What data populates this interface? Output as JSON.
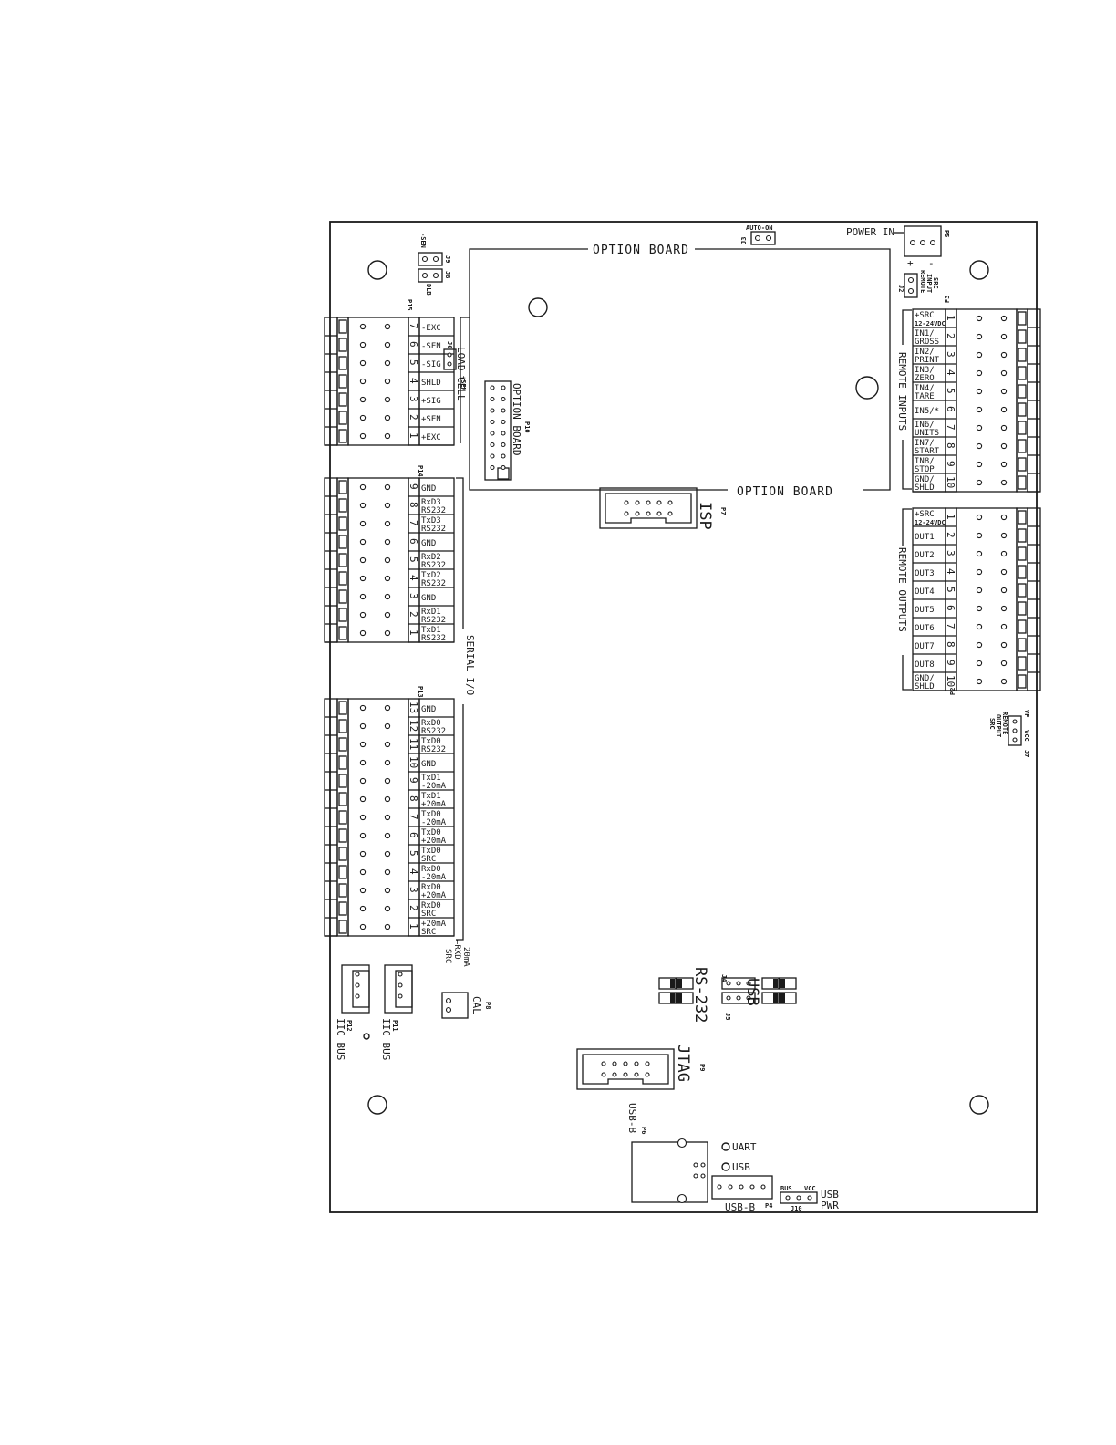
{
  "option_board": {
    "top": "OPTION BOARD",
    "bottom": "OPTION BOARD",
    "p10_label": "OPTION BOARD",
    "p10": "P10"
  },
  "power": {
    "label": "POWER IN",
    "ref": "P5",
    "plus": "+",
    "minus": "-"
  },
  "auto_on": {
    "label": "AUTO-ON",
    "ref": "J3"
  },
  "remote_input_src": {
    "label1": "REMOTE",
    "label2": "INPUT",
    "label3": "SRC",
    "ref": "J2"
  },
  "sen_jumpers": {
    "top_label": "-SEN",
    "j9": "J9",
    "j8": "J8",
    "bottom_label": "DLB"
  },
  "load_cell": {
    "ref": "P15",
    "title": "LOAD CELL",
    "j6": "J6",
    "sen_plus": "+SEN",
    "pins": [
      "7",
      "6",
      "5",
      "4",
      "3",
      "2",
      "1"
    ],
    "signals": [
      "-EXC",
      "-SEN",
      "-SIG",
      "SHLD",
      "+SIG",
      "+SEN",
      "+EXC"
    ]
  },
  "serial_p14": {
    "ref": "P14",
    "pins": [
      "9",
      "8",
      "7",
      "6",
      "5",
      "4",
      "3",
      "2",
      "1"
    ],
    "sig1": [
      "GND",
      "RxD3",
      "TxD3",
      "GND",
      "RxD2",
      "TxD2",
      "GND",
      "RxD1",
      "TxD1"
    ],
    "sig2": [
      "",
      "RS232",
      "RS232",
      "",
      "RS232",
      "RS232",
      "",
      "RS232",
      "RS232"
    ]
  },
  "serial_title": "SERIAL I/O",
  "serial_p13": {
    "ref": "P13",
    "pins": [
      "13",
      "12",
      "11",
      "10",
      "9",
      "8",
      "7",
      "6",
      "5",
      "4",
      "3",
      "2",
      "1"
    ],
    "sig1": [
      "GND",
      "RxD0",
      "TxD0",
      "GND",
      "TxD1",
      "TxD1",
      "TxD0",
      "TxD0",
      "TxD0",
      "RxD0",
      "RxD0",
      "RxD0",
      "+20mA"
    ],
    "sig2": [
      "",
      "RS232",
      "RS232",
      "",
      "-20mA",
      "+20mA",
      "-20mA",
      "+20mA",
      "SRC",
      "-20mA",
      "+20mA",
      "SRC",
      "SRC"
    ]
  },
  "rxd_src": {
    "l1": "20mA",
    "l2": "←RXD",
    "l3": "SRC"
  },
  "remote_inputs": {
    "ref": "P3",
    "title": "REMOTE INPUTS",
    "pins": [
      "1",
      "2",
      "3",
      "4",
      "5",
      "6",
      "7",
      "8",
      "9",
      "10"
    ],
    "sig1": [
      "+SRC",
      "IN1/",
      "IN2/",
      "IN3/",
      "IN4/",
      "IN5/*",
      "IN6/",
      "IN7/",
      "IN8/",
      "GND/"
    ],
    "sig2": [
      "12-24VDC",
      "GROSS",
      "PRINT",
      "ZERO",
      "TARE",
      "",
      "UNITS",
      "START",
      "STOP",
      "SHLD"
    ]
  },
  "remote_outputs": {
    "ref": "P2",
    "title": "REMOTE OUTPUTS",
    "pins": [
      "1",
      "2",
      "3",
      "4",
      "5",
      "6",
      "7",
      "8",
      "9",
      "10"
    ],
    "sig1": [
      "+SRC",
      "OUT1",
      "OUT2",
      "OUT3",
      "OUT4",
      "OUT5",
      "OUT6",
      "OUT7",
      "OUT8",
      "GND/"
    ],
    "sig2": [
      "12-24VDC",
      "",
      "",
      "",
      "",
      "",
      "",
      "",
      "",
      "SHLD"
    ]
  },
  "j7": {
    "ref": "J7",
    "vp": "VP",
    "vcc": "VCC",
    "l1": "REMOTE",
    "l2": "OUTPUT",
    "l3": "SRC"
  },
  "isp": {
    "ref": "P7",
    "label": "ISP"
  },
  "jtag": {
    "ref": "P9",
    "label": "JTAG"
  },
  "rs_usb": {
    "rs232": "RS-232",
    "usb": "USB",
    "j4": "J4",
    "j5": "J5"
  },
  "iic": {
    "p12": "P12",
    "p11": "P11",
    "label": "IIC BUS"
  },
  "cal": {
    "ref": "P8",
    "label": "CAL"
  },
  "usb_b": {
    "p6": "P6",
    "p6_label": "USB-B",
    "uart": "UART",
    "usb": "USB",
    "p4_label": "USB-B",
    "p4": "P4",
    "j10": "J10",
    "bus": "BUS",
    "vcc": "VCC",
    "pwr1": "USB",
    "pwr2": "PWR"
  }
}
